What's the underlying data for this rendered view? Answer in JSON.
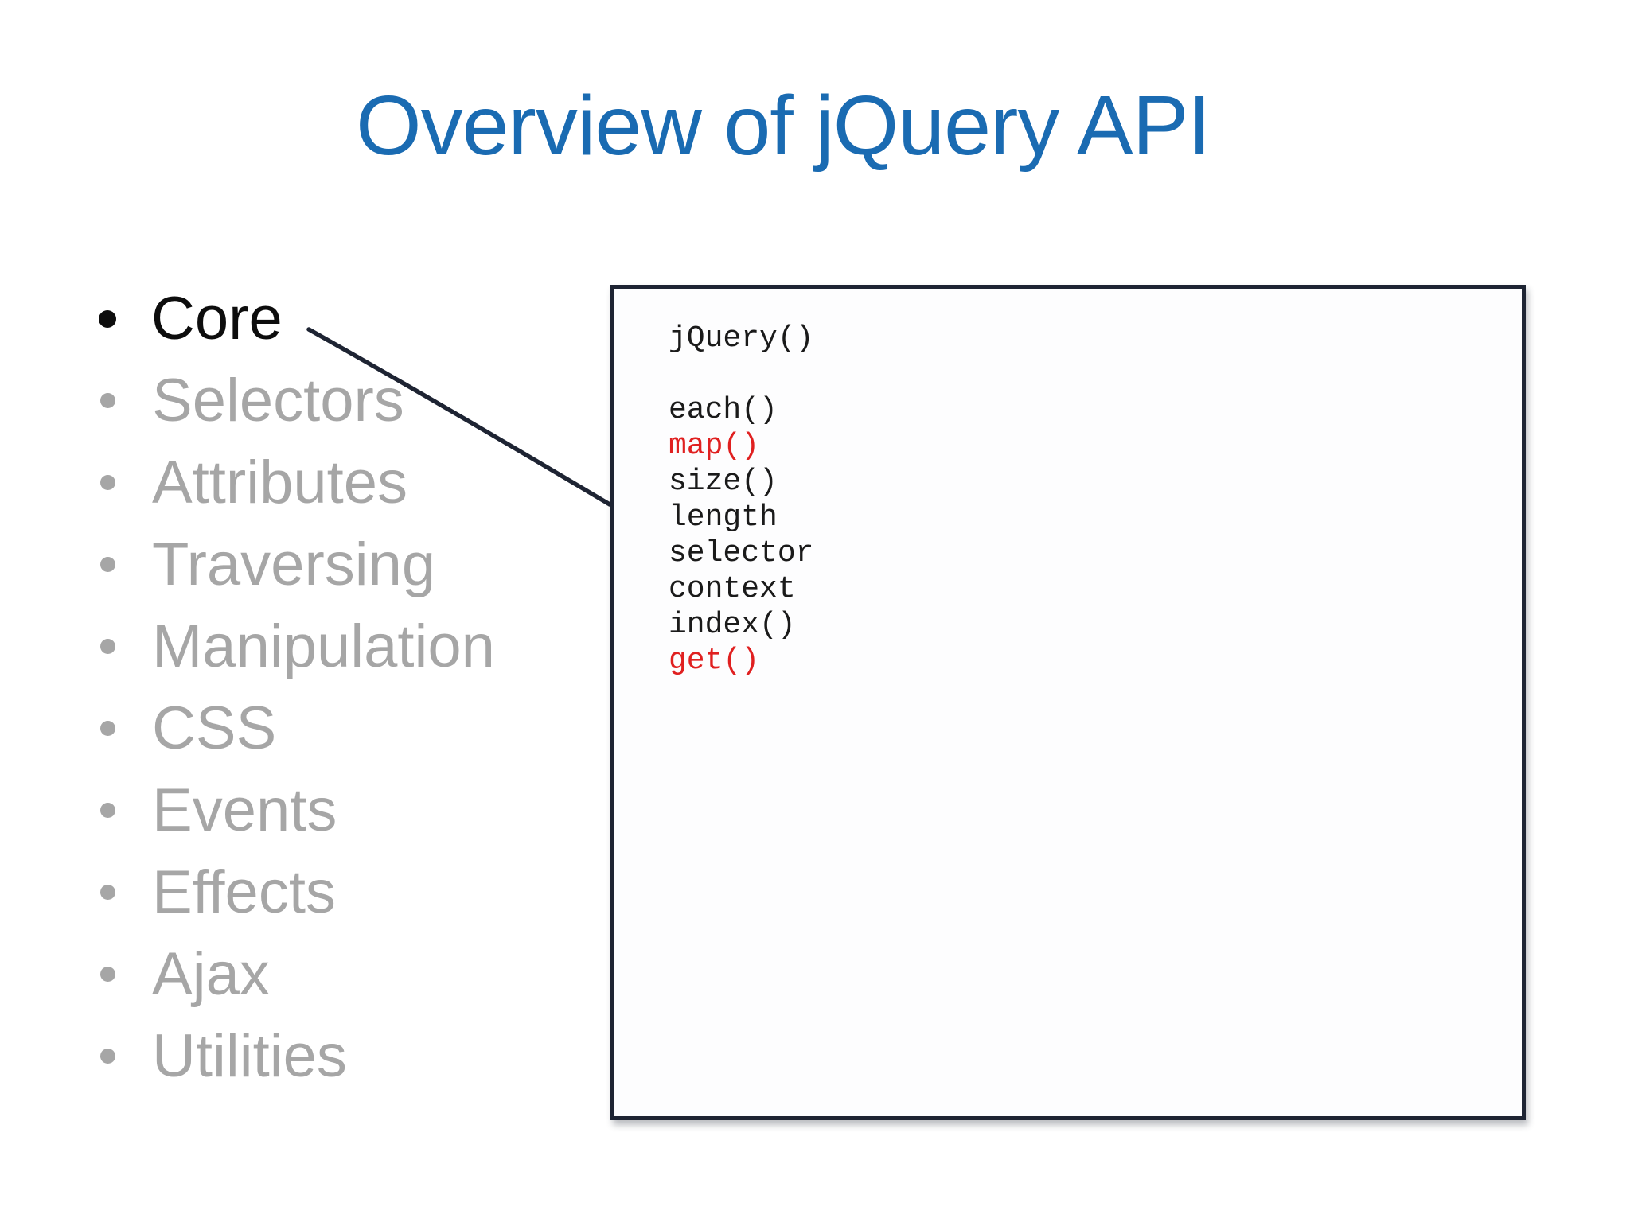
{
  "slide": {
    "title": "Overview of jQuery API",
    "bullets": [
      {
        "label": "Core",
        "emphasis": "active"
      },
      {
        "label": "Selectors",
        "emphasis": "muted"
      },
      {
        "label": "Attributes",
        "emphasis": "muted"
      },
      {
        "label": "Traversing",
        "emphasis": "muted"
      },
      {
        "label": "Manipulation",
        "emphasis": "muted"
      },
      {
        "label": "CSS",
        "emphasis": "muted"
      },
      {
        "label": "Events",
        "emphasis": "muted"
      },
      {
        "label": "Effects",
        "emphasis": "muted"
      },
      {
        "label": "Ajax",
        "emphasis": "muted"
      },
      {
        "label": "Utilities",
        "emphasis": "muted"
      }
    ]
  },
  "code_panel": {
    "lines": [
      {
        "text": "jQuery()",
        "tone": "default"
      },
      {
        "text": "",
        "tone": "default"
      },
      {
        "text": "each()",
        "tone": "default"
      },
      {
        "text": "map()",
        "tone": "red"
      },
      {
        "text": "size()",
        "tone": "default"
      },
      {
        "text": "length",
        "tone": "default"
      },
      {
        "text": "selector",
        "tone": "default"
      },
      {
        "text": "context",
        "tone": "default"
      },
      {
        "text": "index()",
        "tone": "default"
      },
      {
        "text": "get()",
        "tone": "red"
      }
    ]
  },
  "colors": {
    "title": "#1a6bb2",
    "muted": "#a6a6a6",
    "active": "#0d0d0d",
    "code": "#1a1a1a",
    "code_red": "#e02020",
    "panel_border": "#1e2433"
  }
}
